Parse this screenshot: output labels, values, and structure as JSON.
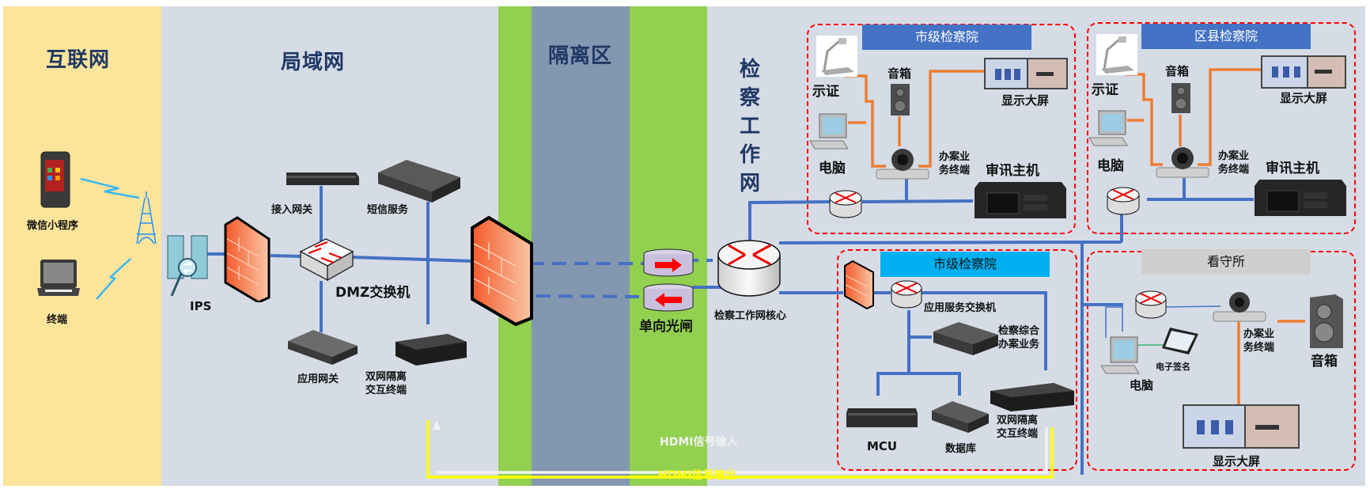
{
  "zones": {
    "internet": "互联网",
    "lan": "局域网",
    "isolation": "隔离区",
    "work_network": [
      "检",
      "察",
      "工",
      "作",
      "网"
    ]
  },
  "internet": {
    "wechat_mini_program": "微信小程序",
    "terminal": "终端"
  },
  "lan": {
    "ips": "IPS",
    "access_gateway": "接入网关",
    "sms_service": "短信服务",
    "dmz_switch": "DMZ交换机",
    "app_gateway": "应用网关",
    "dual_net_terminal": [
      "双网隔离",
      "交互终端"
    ]
  },
  "isolation": {
    "one_way_gap": "单向光闸"
  },
  "work": {
    "core": "检察工作网核心",
    "city_proc_top": {
      "title": "市级检察院",
      "evidence": "示证",
      "speaker": "音箱",
      "display": "显示大屏",
      "computer": "电脑",
      "case_terminal": [
        "办案业",
        "务终端"
      ],
      "interrogation_host": "审讯主机"
    },
    "county_proc": {
      "title": "区县检察院",
      "evidence": "示证",
      "speaker": "音箱",
      "display": "显示大屏",
      "computer": "电脑",
      "case_terminal": [
        "办案业",
        "务终端"
      ],
      "interrogation_host": "审讯主机"
    },
    "city_proc_bottom": {
      "title": "市级检察院",
      "app_switch": "应用服务交换机",
      "case_business": [
        "检察综合",
        "办案业务"
      ],
      "mcu": "MCU",
      "database": "数据库",
      "dual_net_terminal": [
        "双网隔离",
        "交互终端"
      ]
    },
    "detention": {
      "title": "看守所",
      "case_terminal": [
        "办案业",
        "务终端"
      ],
      "speaker": "音箱",
      "e_signature": "电子签名",
      "computer": "电脑",
      "display": "显示大屏"
    }
  },
  "hdmi": {
    "input": "HDMI信号输入",
    "output": "HDMI信号输出"
  },
  "colors": {
    "internet_bg": "#fde49b",
    "lan_bg": "#d6dce6",
    "green_band": "#92d050",
    "isolation_bg": "#8497b0",
    "link_blue": "#4472c4",
    "link_orange": "#ed7d31",
    "group_border": "#ff0000",
    "hdmi_out": "#ffff00",
    "hdmi_in": "#f2f2f2"
  }
}
